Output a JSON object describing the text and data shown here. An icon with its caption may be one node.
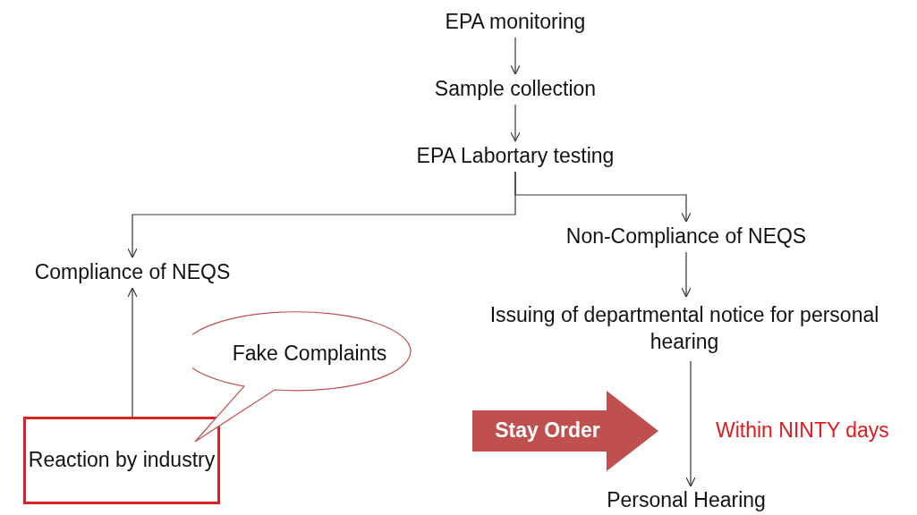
{
  "diagram": {
    "nodes": [
      {
        "text": [
          "EPA monitoring"
        ]
      },
      {
        "text": [
          "Sample collection"
        ]
      },
      {
        "text": [
          "EPA Labortary testing"
        ]
      },
      {
        "text": [
          "Compliance of NEQS"
        ]
      },
      {
        "text": [
          "Non-Compliance of NEQS"
        ]
      },
      {
        "text": [
          "Issuing of departmental notice for personal hearing"
        ]
      },
      {
        "text": [
          "Reaction by industry"
        ]
      },
      {
        "text": [
          "Fake Complaints"
        ]
      },
      {
        "text": [
          "Stay Order"
        ]
      },
      {
        "text": [
          "Personal Hearing"
        ]
      }
    ],
    "edges": [
      {
        "from": 0,
        "to": 1,
        "arrow": "to"
      },
      {
        "from": 1,
        "to": 2,
        "arrow": "to"
      },
      {
        "from": 2,
        "to": 3,
        "arrow": "to"
      },
      {
        "from": 2,
        "to": 4,
        "arrow": "to"
      },
      {
        "from": 4,
        "to": 5,
        "arrow": "to"
      },
      {
        "from": 5,
        "to": 9,
        "arrow": "to"
      },
      {
        "from": 6,
        "to": 3,
        "arrow": "to"
      }
    ],
    "labels": [
      "Within NINTY days"
    ]
  }
}
